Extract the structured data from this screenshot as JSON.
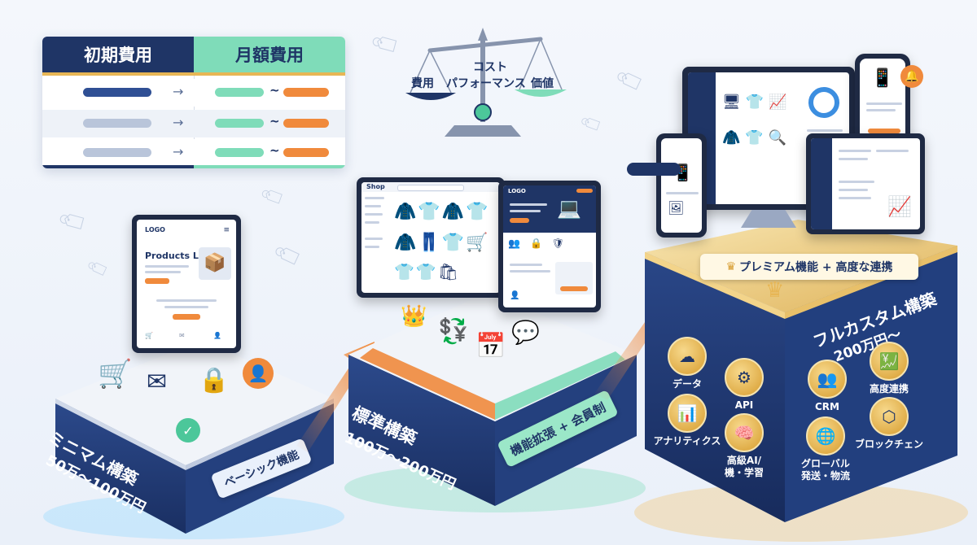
{
  "fee_table": {
    "header_initial": "初期費用",
    "header_monthly": "月額費用",
    "rows": [
      {
        "initial_color": "#2f4f94",
        "monthly_color": "#7fdcb9",
        "upper_color": "#f08a3c"
      },
      {
        "initial_color": "#b9c5da",
        "monthly_color": "#7fdcb9",
        "upper_color": "#f08a3c"
      },
      {
        "initial_color": "#b9c5da",
        "monthly_color": "#7fdcb9",
        "upper_color": "#f08a3c"
      }
    ],
    "range_symbol": "~"
  },
  "balance": {
    "left_label": "費用",
    "center_line1": "コスト",
    "center_line2": "パフォーマンス",
    "right_label": "価値"
  },
  "tiers": {
    "minimum": {
      "title": "ミニマム構築",
      "price": "50万〜100万円",
      "ribbon": "ベーシック機能",
      "device_logo": "LOGO",
      "device_heading": "Products LP"
    },
    "standard": {
      "title": "標準構築",
      "price": "100万〜200万円",
      "ribbon": "機能拡張 + 会員制",
      "shop_label": "Shop",
      "logo_label": "LOGO"
    },
    "custom": {
      "banner": "プレミアム機能 + 高度な連携",
      "title": "フルカスタム構築",
      "price": "200万円〜",
      "features": [
        {
          "label": "データ",
          "icon": "cloud-icon"
        },
        {
          "label": "API",
          "icon": "gear-icon"
        },
        {
          "label": "アナリティクス",
          "icon": "chart-icon"
        },
        {
          "label": "高級AI/\n機・学習",
          "icon": "brain-icon"
        },
        {
          "label": "CRM",
          "icon": "people-icon"
        },
        {
          "label": "高度連携",
          "icon": "money-chart-icon"
        },
        {
          "label": "グローバル\n発送・物流",
          "icon": "globe-icon"
        },
        {
          "label": "ブロックチェン",
          "icon": "blockchain-icon"
        }
      ]
    }
  },
  "colors": {
    "navy": "#1f3566",
    "mint": "#7fdcb9",
    "orange": "#f08a3c",
    "gold": "#e7b655"
  }
}
